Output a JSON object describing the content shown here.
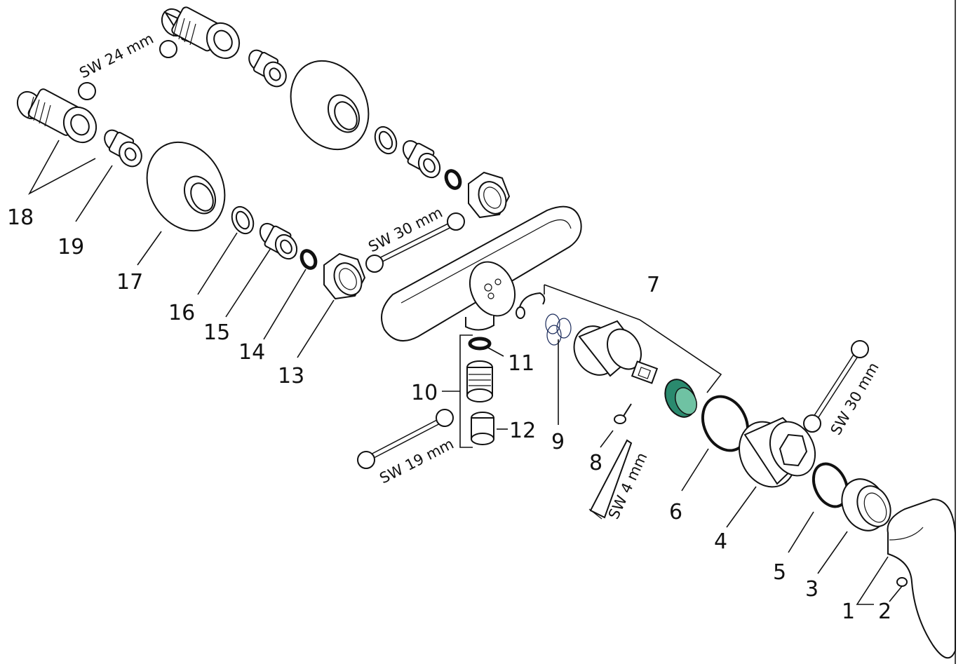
{
  "labels": {
    "n1": "1",
    "n2": "2",
    "n3": "3",
    "n4": "4",
    "n5": "5",
    "n6": "6",
    "n7": "7",
    "n8": "8",
    "n9": "9",
    "n10": "10",
    "n11": "11",
    "n12": "12",
    "n13": "13",
    "n14": "14",
    "n15": "15",
    "n16": "16",
    "n17": "17",
    "n18": "18",
    "n19": "19"
  },
  "wrench_labels": {
    "sw24": "SW 24 mm",
    "sw30_left": "SW 30 mm",
    "sw30_right": "SW 30 mm",
    "sw19": "SW 19 mm",
    "sw4": "SW 4 mm"
  },
  "colors": {
    "line": "#111111",
    "accent_ring": "#2a8a6e",
    "background": "#ffffff"
  }
}
